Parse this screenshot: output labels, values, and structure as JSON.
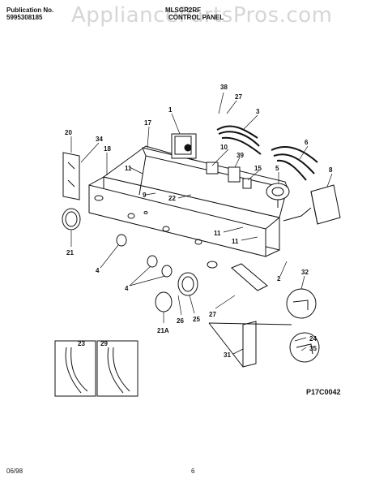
{
  "header": {
    "publication_label": "Publication No.",
    "publication_number": "5995308185",
    "model": "MLSGR2RF",
    "section": "CONTROL PANEL"
  },
  "watermark": "AppliancePartsPros.com",
  "diagram_code": "P17C0042",
  "footer": {
    "date": "06/98",
    "page": "6"
  },
  "callouts": [
    "38",
    "27",
    "1",
    "3",
    "17",
    "20",
    "34",
    "18",
    "10",
    "39",
    "6",
    "11",
    "15",
    "5",
    "8",
    "9",
    "22",
    "11",
    "11",
    "21",
    "4",
    "4",
    "2",
    "32",
    "26",
    "25",
    "27",
    "21A",
    "24",
    "35",
    "31",
    "23",
    "29"
  ]
}
